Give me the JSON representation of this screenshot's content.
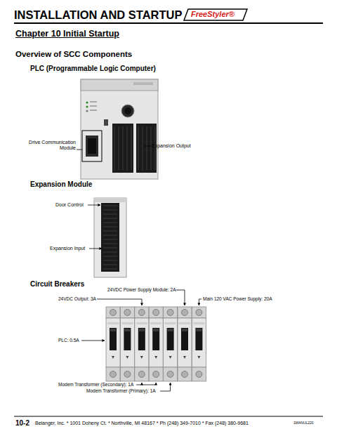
{
  "diagram": {
    "title": "INSTALLATION AND STARTUP",
    "labels": [
      "FreeStyler®",
      "Chapter 10 Initial Startup",
      "Overview of SCC Components",
      "PLC (Programmable Logic Computer)",
      "Drive Communication Module",
      "Expansion Output",
      "Expansion Module",
      "Door Control",
      "Expansion Input",
      "Circuit Breakers",
      "24VDC Power Supply Module: 2A",
      "24VDC Output: 3A",
      "Main 120 VAC Power Supply: 20A",
      "PLC: 0.5A",
      "Modem Transformer (Secondary): 1A",
      "Modem Transformer (Primary): 1A",
      "10-2",
      "Belanger, Inc. * 1001 Doheny Ct. * Northville, MI 48167 * Ph (248) 349-7010 * Fax (248) 380-9681",
      "1MANUL220"
    ]
  }
}
